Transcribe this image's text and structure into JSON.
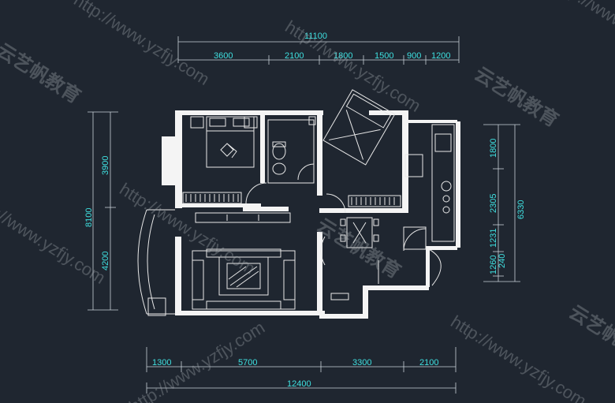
{
  "dimensions": {
    "top_total": "11100",
    "top_segments": [
      "3600",
      "2100",
      "1800",
      "1500",
      "900",
      "1200"
    ],
    "bottom_segments": [
      "1300",
      "5700",
      "3300",
      "2100"
    ],
    "bottom_total": "12400",
    "left_total": "8100",
    "left_segments": [
      "3900",
      "4200"
    ],
    "right_total": "6330",
    "right_segments": [
      "1800",
      "2305",
      "1231",
      "1260",
      "240"
    ]
  },
  "watermarks": {
    "url": "http://www.yzfjy.com",
    "brand": "云艺帆教育"
  },
  "colors": {
    "background": "#1f2630",
    "dimension_text": "#3fe0e0",
    "walls": "#f4f4f4"
  }
}
